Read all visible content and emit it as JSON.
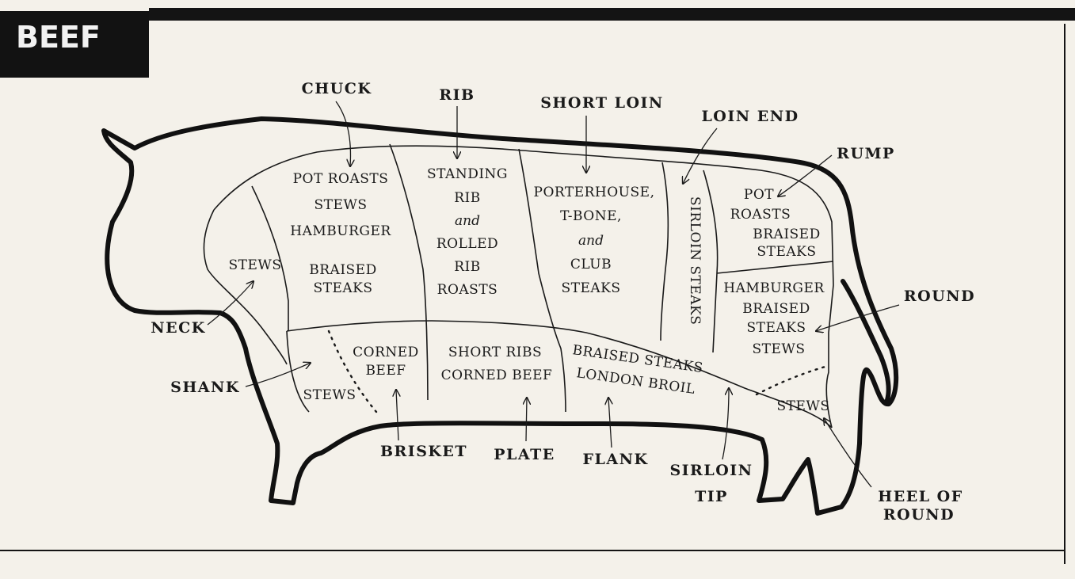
{
  "title": "BEEF",
  "cuts": {
    "chuck": [
      "POT ROASTS",
      "STEWS",
      "HAMBURGER",
      "BRAISED",
      "STEAKS"
    ],
    "neck": "STEWS",
    "rib": [
      "STANDING",
      "RIB",
      "and",
      "ROLLED",
      "RIB",
      "ROASTS"
    ],
    "short_loin": [
      "PORTERHOUSE,",
      "T-BONE,",
      "and",
      "CLUB",
      "STEAKS"
    ],
    "loin_end": "SIRLOIN STEAKS",
    "rump": [
      "POT",
      "ROASTS",
      "BRAISED",
      "STEAKS"
    ],
    "round": [
      "HAMBURGER",
      "BRAISED",
      "STEAKS",
      "STEWS"
    ],
    "shank": "STEWS",
    "brisket": [
      "CORNED",
      "BEEF"
    ],
    "plate": [
      "SHORT RIBS",
      "CORNED BEEF"
    ],
    "flank": [
      "BRAISED STEAKS",
      "LONDON BROIL"
    ],
    "heel_of_round": "STEWS"
  },
  "callouts": {
    "chuck": "CHUCK",
    "rib": "RIB",
    "short_loin": "SHORT LOIN",
    "loin_end": "LOIN END",
    "rump": "RUMP",
    "round": "ROUND",
    "neck": "NECK",
    "shank": "SHANK",
    "brisket": "BRISKET",
    "plate": "PLATE",
    "flank": "FLANK",
    "sirloin_tip": [
      "SIRLOIN",
      "TIP"
    ],
    "heel_of_round": [
      "HEEL OF",
      "ROUND"
    ]
  }
}
